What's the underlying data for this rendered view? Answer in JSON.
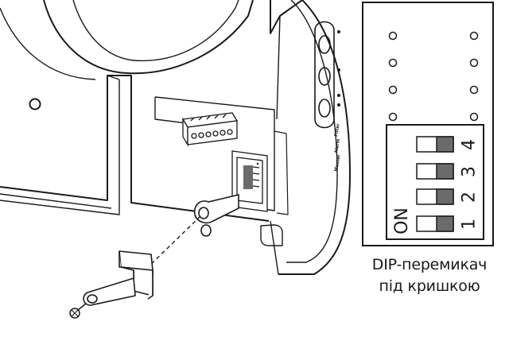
{
  "dip_panel": {
    "on_label": "ON",
    "switches": [
      {
        "number": "4"
      },
      {
        "number": "3"
      },
      {
        "number": "2"
      },
      {
        "number": "1"
      }
    ]
  },
  "caption": {
    "line1": "DIP-перемикач",
    "line2": "під кришкою"
  },
  "device_labels": [
    "Filter",
    "Alarm",
    "Master"
  ],
  "colors": {
    "line": "#1a1a1a",
    "switch_fill": "#6b6b6b",
    "background": "#ffffff"
  }
}
